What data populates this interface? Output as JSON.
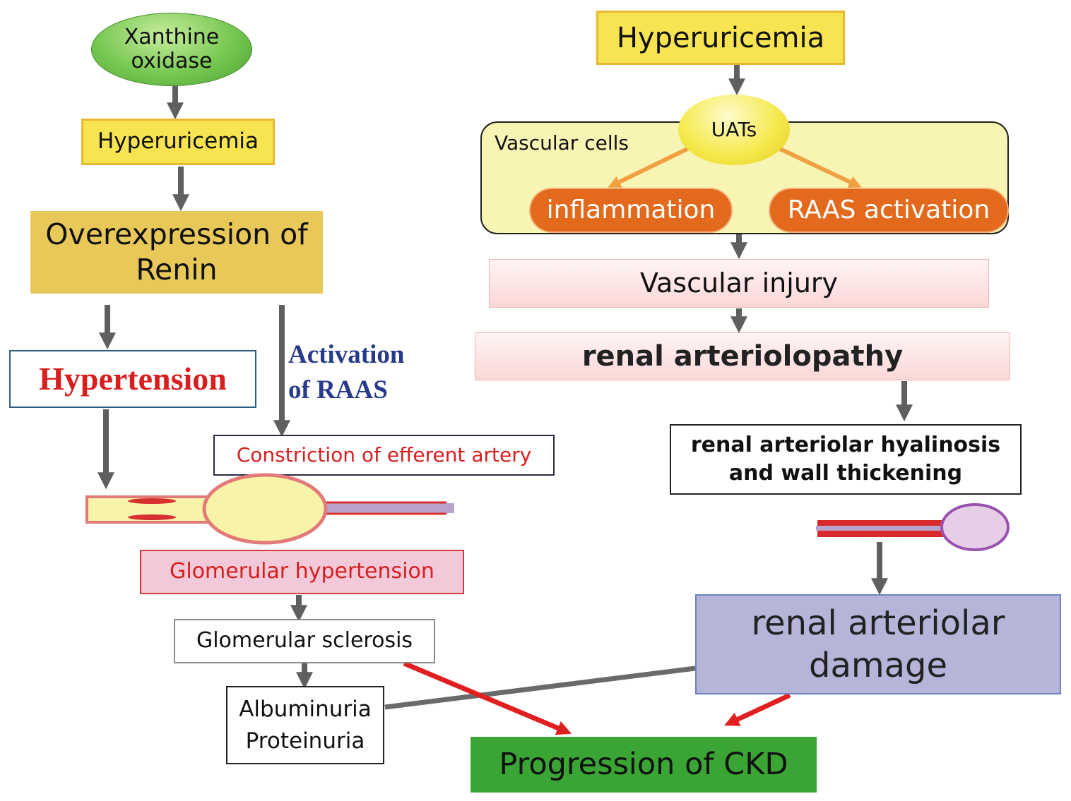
{
  "left": {
    "xanthine_oxidase": "Xanthine\noxidase",
    "hyperuricemia": "Hyperuricemia",
    "overexpression_renin": "Overexpression of\nRenin",
    "hypertension": "Hypertension",
    "activation_raas": "Activation\nof RAAS",
    "constriction_efferent": "Constriction of efferent artery",
    "glomerular_hypertension": "Glomerular hypertension",
    "glomerular_sclerosis": "Glomerular sclerosis",
    "albuminuria_proteinuria": "Albuminuria\nProteinuria"
  },
  "right": {
    "hyperuricemia": "Hyperuricemia",
    "vascular_cells": "Vascular cells",
    "uats": "UATs",
    "inflammation": "inflammation",
    "raas_activation": "RAAS activation",
    "vascular_injury": "Vascular injury",
    "renal_arteriolopathy": "renal arteriolopathy",
    "hyalinosis": "renal arteriolar hyalinosis\nand wall thickening",
    "arteriolar_damage": "renal arteriolar\ndamage"
  },
  "bottom": {
    "progression_ckd": "Progression of CKD"
  },
  "colors": {
    "yellow_box": "#f7e04a",
    "gold_box": "#e9c85a",
    "green_ellipse": "#6cc24a",
    "orange_pill": "#e36a1c",
    "pink_box": "#fde3e3",
    "lavender_box": "#b5b4d9",
    "ckd_green": "#3aa535",
    "arrow_gray": "#5f5f5f",
    "arrow_red": "#e02020",
    "arrow_orange": "#f0a040",
    "text_red": "#d81e1e",
    "text_navy": "#283a8a"
  }
}
